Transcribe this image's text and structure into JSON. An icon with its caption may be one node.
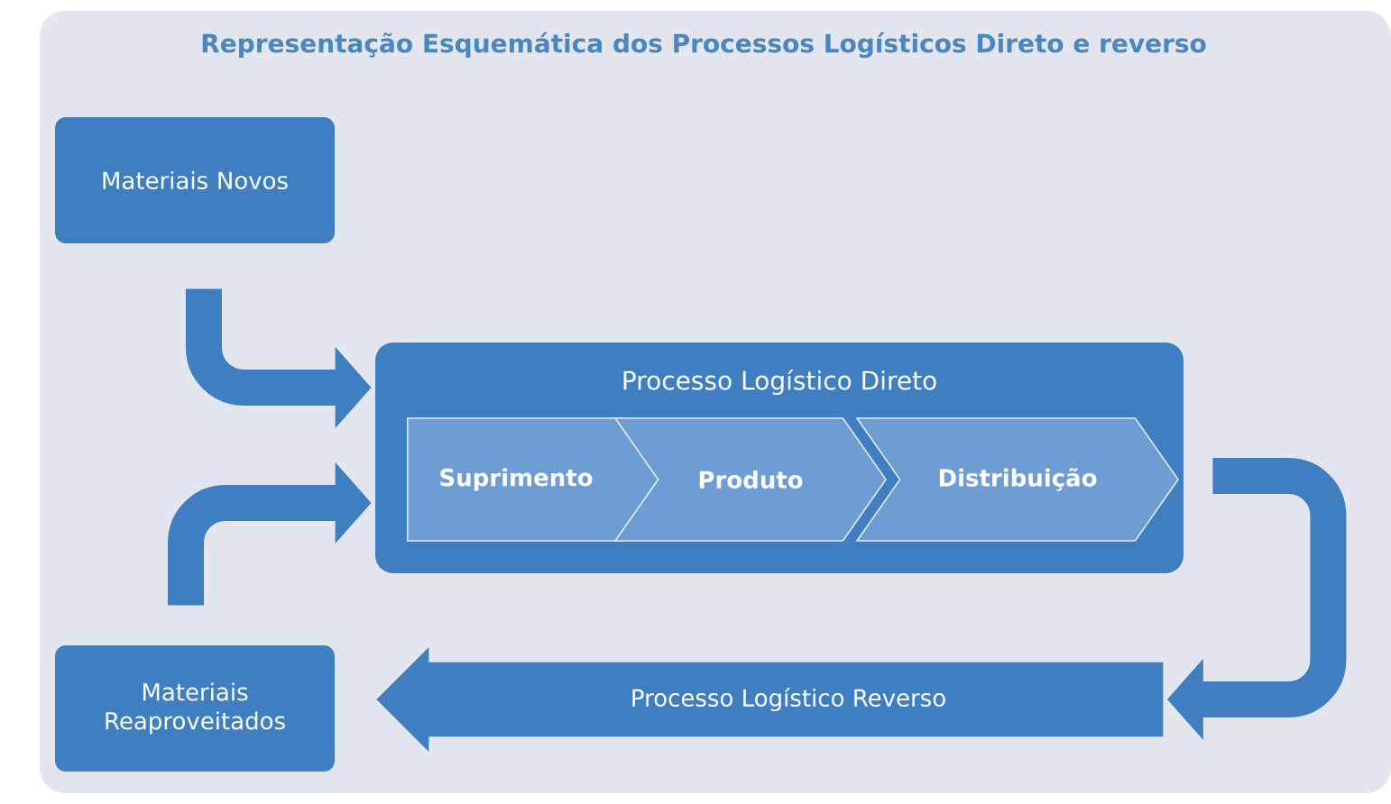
{
  "diagram": {
    "title": "Representação Esquemática dos Processos Logísticos Direto e reverso",
    "nodes": [
      {
        "text": [
          "Materiais Novos"
        ]
      },
      {
        "text": [
          "Processo Logístico Direto"
        ]
      },
      {
        "text": [
          "Suprimento"
        ],
        "in": 1
      },
      {
        "text": [
          "Produto"
        ],
        "in": 1
      },
      {
        "text": [
          "Distribuição"
        ],
        "in": 1
      },
      {
        "text": [
          "Processo Logístico Reverso"
        ]
      },
      {
        "text": [
          "Materiais Reaproveitados"
        ]
      }
    ],
    "edges": [
      {
        "from": 0,
        "to": 1,
        "arrow": "to"
      },
      {
        "from": 6,
        "to": 1,
        "arrow": "to"
      },
      {
        "from": 1,
        "to": 5,
        "arrow": "to"
      }
    ]
  }
}
